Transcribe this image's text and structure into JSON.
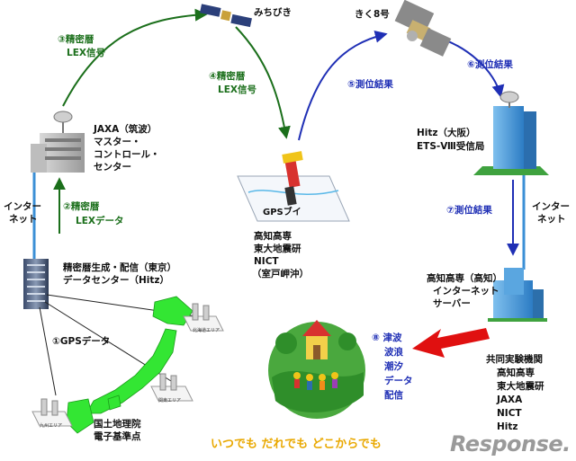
{
  "satellites": {
    "michibiki": "みちびき",
    "kiku8": "きく8号"
  },
  "steps": {
    "s3": [
      "③精密暦",
      "LEX信号"
    ],
    "s4": [
      "④精密暦",
      "LEX信号"
    ],
    "s5": "⑤測位結果",
    "s6": "⑥測位結果",
    "s7": "⑦測位結果",
    "s2": [
      "②精密暦",
      "LEXデータ"
    ],
    "s1": "①GPSデータ",
    "s8": [
      "⑧ 津波",
      "波浪",
      "潮汐",
      "データ",
      "配信"
    ]
  },
  "nodes": {
    "jaxa": [
      "JAXA（筑波）",
      "マスター・",
      "コントロール・",
      "センター"
    ],
    "hitz_osaka": [
      "Hitz（大阪）",
      "ETS-Ⅷ受信局"
    ],
    "datacenter": [
      "精密暦生成・配信（東京）",
      "データセンター（Hitz）"
    ],
    "gps_buoy_label": "GPSブイ",
    "buoy_org": [
      "高知高専",
      "東大地震研",
      "NICT",
      "（室戸岬沖）"
    ],
    "kochi_server": [
      "高知高専（高知）",
      "インターネット",
      "サーバー"
    ],
    "gsi": [
      "国土地理院",
      "電子基準点"
    ],
    "partners": [
      "共同実験機関",
      "高知高専",
      "東大地震研",
      "JAXA",
      "NICT",
      "Hitz"
    ]
  },
  "links": {
    "internet_left": [
      "インター",
      "ネット"
    ],
    "internet_right": [
      "インター",
      "ネット"
    ]
  },
  "areas": {
    "hokkaido": "北海道エリア",
    "kanto": "関東エリア",
    "kyushu": "九州エリア"
  },
  "slogan": "いつでも だれでも どこからでも",
  "brand": "Response.",
  "colors": {
    "green_arrow": "#1b6f1b",
    "blue_arrow": "#1f2fb5",
    "red_arrow": "#e01010",
    "japan_green": "#33e633",
    "link_blue": "#3b8fd6",
    "slogan": "#e9a800"
  }
}
